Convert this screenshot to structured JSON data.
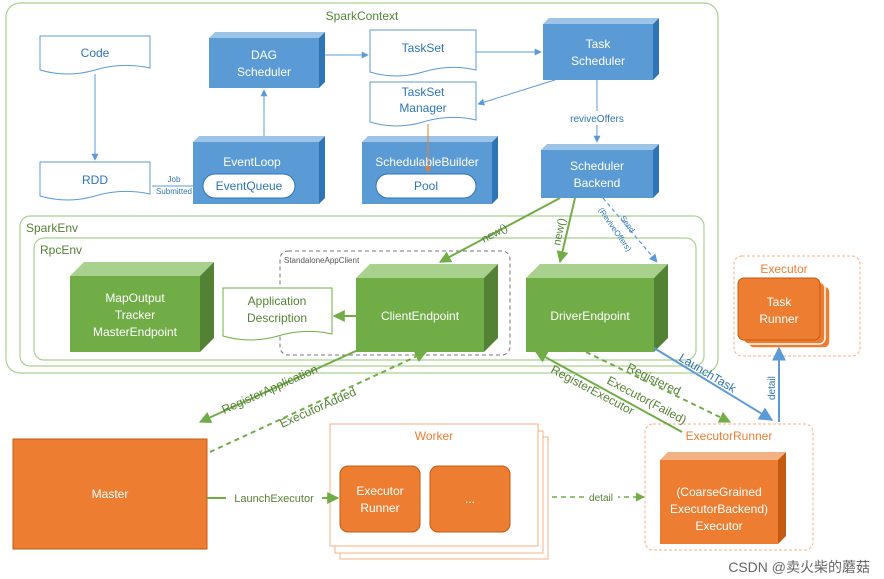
{
  "containers": {
    "spark_context": "SparkContext",
    "spark_env": "SparkEnv",
    "rpc_env": "RpcEnv",
    "standalone_app_client": "StandaloneAppClient",
    "executor": "Executor",
    "worker": "Worker",
    "executor_runner": "ExecutorRunner"
  },
  "nodes": {
    "code": "Code",
    "rdd": "RDD",
    "dag_scheduler": [
      "DAG",
      "Scheduler"
    ],
    "task_set": "TaskSet",
    "task_scheduler": [
      "Task",
      "Scheduler"
    ],
    "task_set_manager": [
      "TaskSet",
      "Manager"
    ],
    "event_loop": "EventLoop",
    "event_queue": "EventQueue",
    "schedulable_builder": "SchedulableBuilder",
    "pool": "Pool",
    "scheduler_backend": [
      "Scheduler",
      "Backend"
    ],
    "map_output_tracker": [
      "MapOutput",
      "Tracker",
      "MasterEndpoint"
    ],
    "application_description": [
      "Application",
      "Description"
    ],
    "client_endpoint": "ClientEndpoint",
    "driver_endpoint": "DriverEndpoint",
    "task_runner": [
      "Task",
      "Runner"
    ],
    "master": "Master",
    "executor_runner_box": [
      "Executor",
      "Runner"
    ],
    "ellipsis_box": "...",
    "coarse_grained": [
      "(CoarseGrained",
      "ExecutorBackend)",
      "Executor"
    ]
  },
  "edge_labels": {
    "job_submitted": [
      "Job",
      "Submitted"
    ],
    "revive_offers": "reviveOffers",
    "new_client": "new()",
    "new_driver": "new()",
    "send_revive": [
      "Send",
      "(ReviveOffers)"
    ],
    "register_application": "RegisterApplication",
    "executor_added": "ExecutorAdded",
    "registered": "Registered",
    "register_executor": "RegisterExecutor",
    "executor_failed": "Executor(Failed)",
    "launch_task": "LaunchTask",
    "launch_executor": "LaunchExecutor",
    "detail_worker": "detail",
    "detail_executor": "detail"
  },
  "watermark": "CSDN @卖火柴的蘑菇",
  "colors": {
    "blue_box": "#5b9bd5",
    "blue_border": "#2e75b6",
    "green_box": "#70ad47",
    "green_border": "#548235",
    "orange_box": "#ed7d31",
    "orange_border": "#c55a11",
    "container_green": "#a9d18e",
    "container_orange": "#f4b183"
  }
}
